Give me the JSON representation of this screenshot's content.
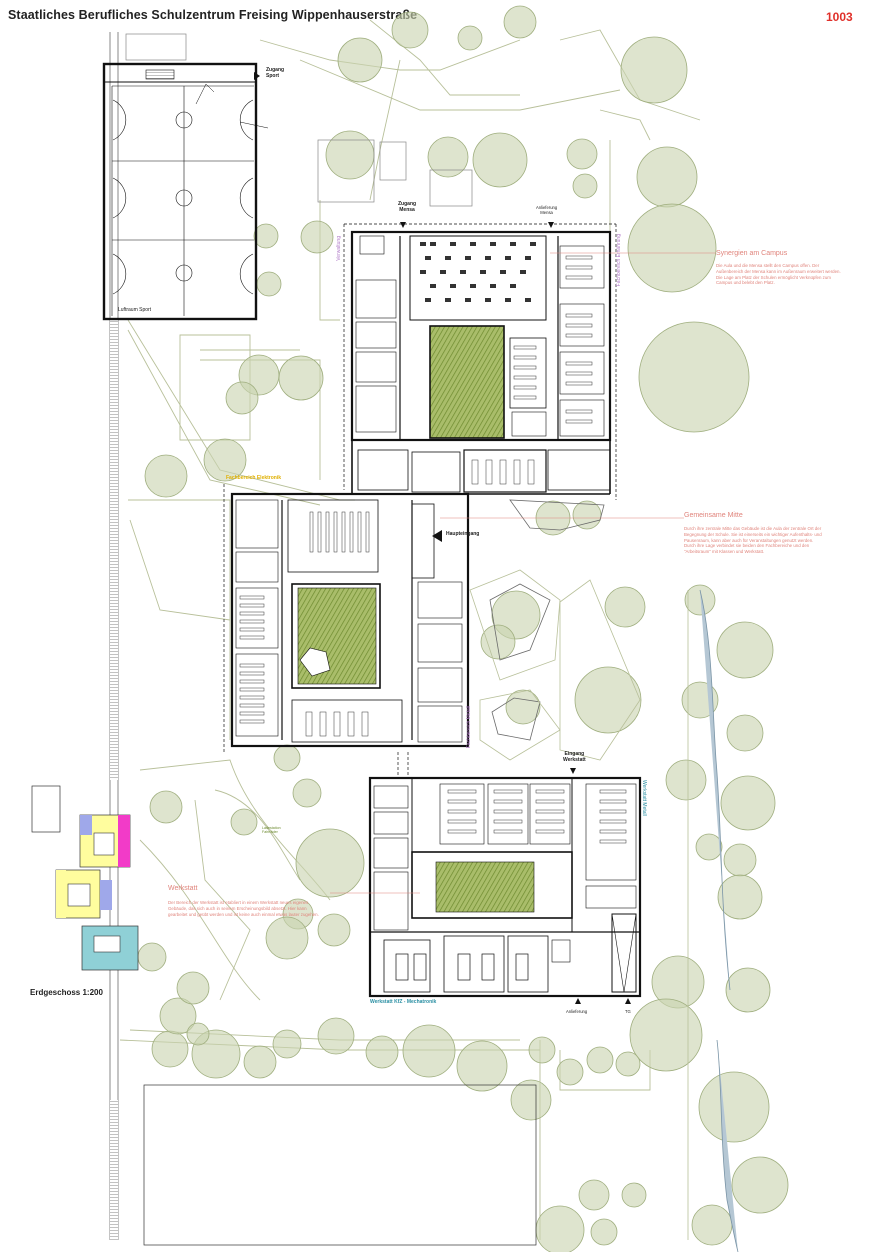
{
  "header": {
    "title": "Staatliches Berufliches Schulzentrum Freising Wippenhauserstraße",
    "sheet_number": "1003"
  },
  "colors": {
    "tree_fill": "#c9d3b0",
    "tree_stroke": "#9fae7e",
    "courtyard": "#9bb35c",
    "wall": "#111111",
    "annotation": "#e0847c",
    "zone_purple": "#b07ac8",
    "zone_yellow": "#e0b000",
    "zone_teal": "#2a8fa3",
    "sheet_number": "#e0302a"
  },
  "labels": {
    "zugang_sport": "Zugang\nSport",
    "sporthalle_note": "Luftraum Sport",
    "zugang_mensa": "Zugang\nMensa",
    "anlieferung_mensa": "Anlieferung\nMensa",
    "haupteingang": "Haupteingang",
    "eingang_werkstatt": "Eingang\nWerkstatt",
    "anlieferung": "Anlieferung",
    "tg": "TG",
    "parking_note": "Ladestation\nFahrräder"
  },
  "zones": {
    "verwaltung": "Verwaltung",
    "fachbereich_ernaehrung": "Fachbereich Ernährung",
    "fachbereich_elektronik": "Fachbereich Elektronik",
    "fachbereich_metall_left": "Fachbereich Metall",
    "werkstatt_metall": "Werkstatt Metall",
    "werkstatt_kfz": "Werkstatt KfZ - Mechatronik"
  },
  "annotations": [
    {
      "title": "Synergien am Campus",
      "body": "Die Aula und die Mensa stellt den Campus offen. Der Außenbereich der Mensa kann im Außenraum erweitert werden. Die Lage am Platz der Schulen ermöglicht Verknüpfen zum Campus und belebt den Platz."
    },
    {
      "title": "Gemeinsame Mitte",
      "body": "Durch ihre zentrale Mitte das Gebäude ist die Aula der zentrale Ort der Begegnung der Schule. Sie ist einerseits ein wichtiger Aufenthalts- und Pausenraum, kann aber auch für Veranstaltungen genutzt werden. Durch ihre Lage verbindet sie beiden den Fachbereiche und den \"Arbeitsraum\" mit Klassen und Werkstatt."
    },
    {
      "title": "Werkstatt",
      "body": "Der Bereich der Werkstatt ist etabliert in einem Werkstatt neues eigenes Gebäude, das sich auch in seinem Erscheinungsbild absetzt. Hier kann gearbeitet und geübt werden und ist keine auch einmal etwas lauter zugehen."
    }
  ],
  "scale_label": "Erdgeschoss 1:200"
}
